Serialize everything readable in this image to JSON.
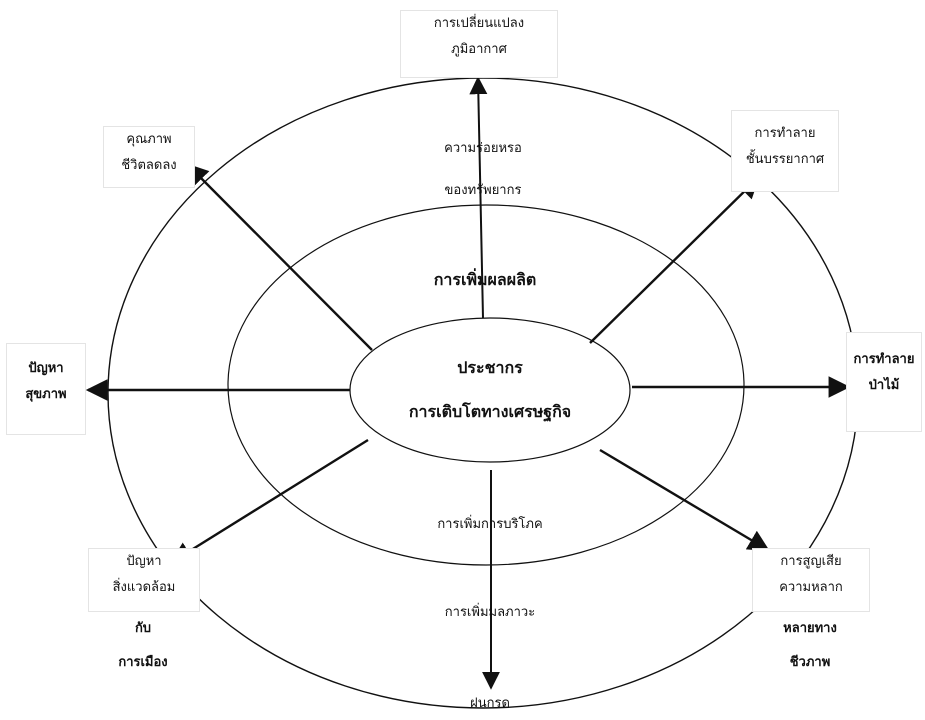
{
  "center": {
    "line1": "ประชากร",
    "line2": "การเติบโตทางเศรษฐกิจ"
  },
  "middle_ring": {
    "top": "การเพิ่มผลผลิต",
    "bottom": "การเพิ่มการบริโภค"
  },
  "outer_ring": {
    "top_line1": "ความร่อยหรอ",
    "top_line2": "ของทรัพยากร",
    "bottom": "การเพิ่มมลภาวะ"
  },
  "outcomes": {
    "top_line1": "การเปลี่ยนแปลง",
    "top_line2": "ภูมิอากาศ",
    "top_left_line1": "คุณภาพ",
    "top_left_line2": "ชีวิตลดลง",
    "top_right_line1": "การทำลาย",
    "top_right_line2": "ชั้นบรรยากาศ",
    "left_line1": "ปัญหา",
    "left_line2": "สุขภาพ",
    "right_line1": "การทำลาย",
    "right_line2": "ป่าไม้",
    "bottom_left_line1": "ปัญหา",
    "bottom_left_line2": "สิ่งแวดล้อม",
    "bottom_left_line3": "กับ",
    "bottom_left_line4": "การเมือง",
    "bottom_right_line1": "การสูญเสีย",
    "bottom_right_line2": "ความหลาก",
    "bottom_right_line3": "หลายทาง",
    "bottom_right_line4": "ชีวภาพ",
    "bottom": "ฝนกรด"
  }
}
